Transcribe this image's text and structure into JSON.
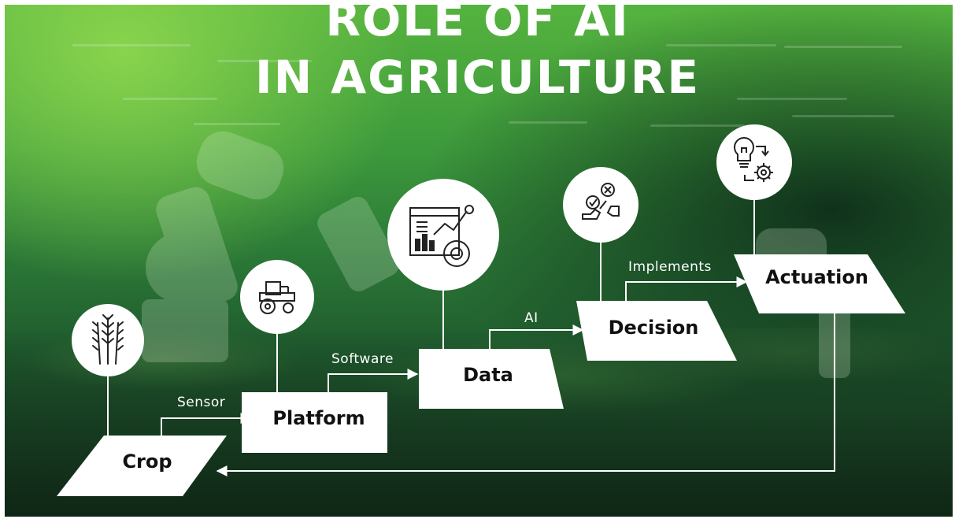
{
  "title": {
    "line1": "ROLE OF AI",
    "line2": "IN AGRICULTURE"
  },
  "nodes": {
    "crop": {
      "label": "Crop",
      "icon": "wheat-icon"
    },
    "platform": {
      "label": "Platform",
      "icon": "tractor-icon"
    },
    "data": {
      "label": "Data",
      "icon": "analytics-dashboard-icon"
    },
    "decision": {
      "label": "Decision",
      "icon": "decision-hands-icon"
    },
    "actuation": {
      "label": "Actuation",
      "icon": "idea-gear-icon"
    }
  },
  "edges": {
    "sensor": {
      "from": "Crop",
      "to": "Platform",
      "label": "Sensor"
    },
    "software": {
      "from": "Platform",
      "to": "Data",
      "label": "Software"
    },
    "ai": {
      "from": "Data",
      "to": "Decision",
      "label": "AI"
    },
    "implements": {
      "from": "Decision",
      "to": "Actuation",
      "label": "Implements"
    },
    "feedback": {
      "from": "Actuation",
      "to": "Crop",
      "label": ""
    }
  },
  "colors": {
    "background_light": "#7fd04a",
    "background_dark": "#183f22",
    "node_fill": "#ffffff",
    "node_text": "#111111",
    "line": "#ffffff"
  }
}
